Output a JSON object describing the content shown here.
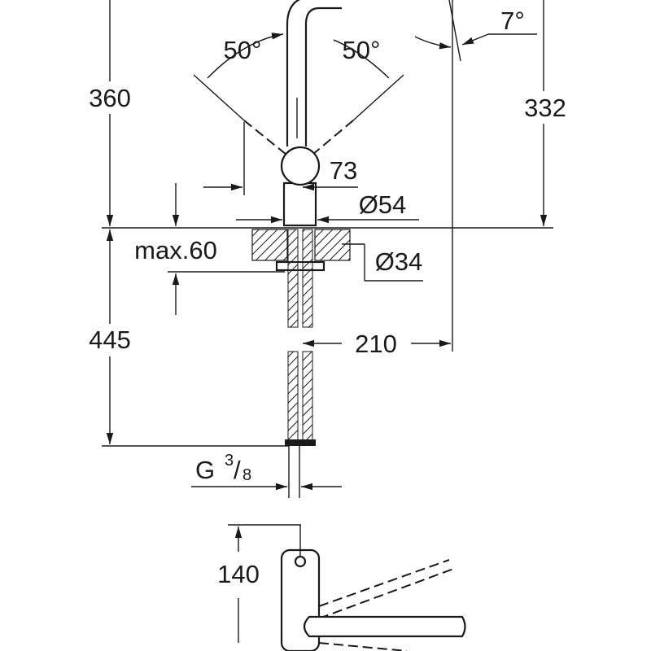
{
  "drawing": {
    "angle_left": "50°",
    "angle_right": "50°",
    "spout_tilt": "7°",
    "height_above_deck": "360",
    "spout_height": "332",
    "handle_width": "73",
    "body_diameter": "Ø54",
    "max_deck_thickness": "max.60",
    "hole_diameter": "Ø34",
    "hose_length": "445",
    "spout_reach": "210",
    "connection_g": "G",
    "connection_num": "3",
    "connection_den": "8",
    "top_view_depth": "140"
  }
}
